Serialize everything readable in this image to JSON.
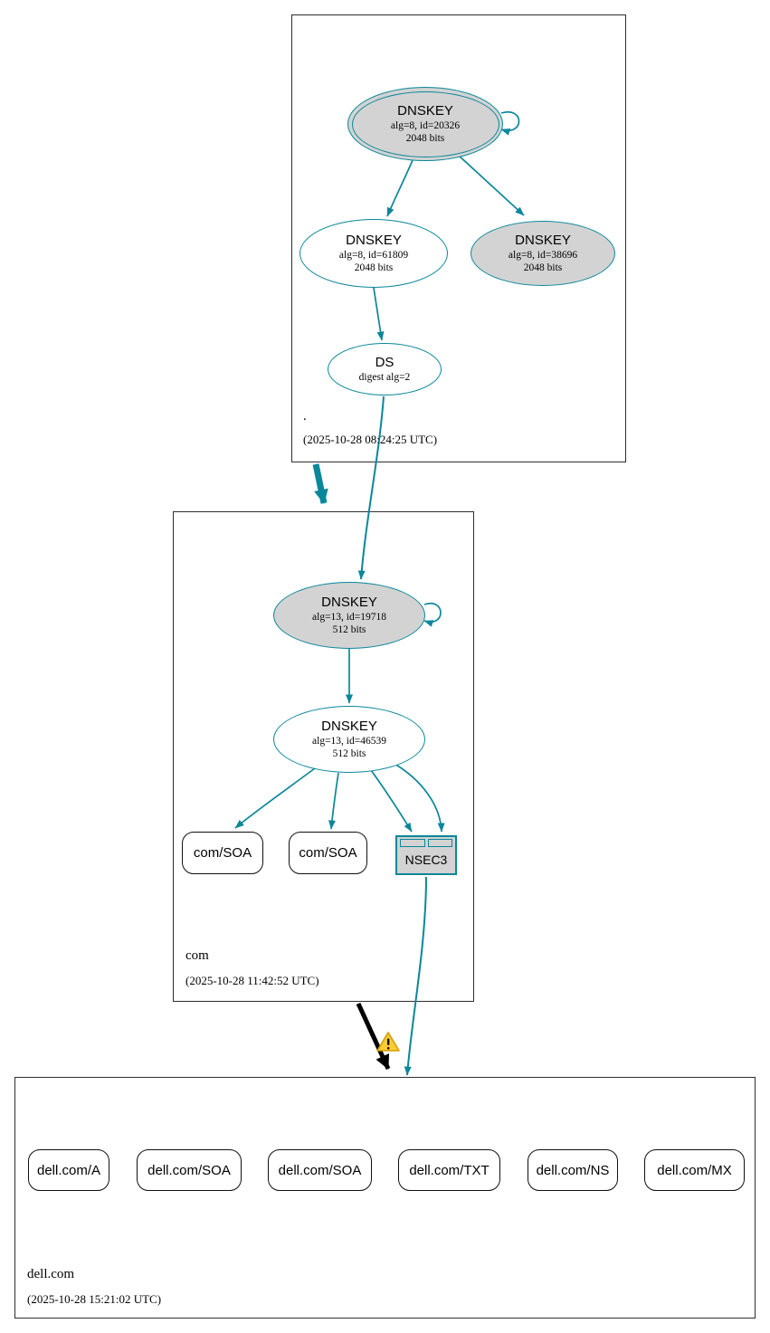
{
  "zones": {
    "root": {
      "name": ".",
      "timestamp": "(2025-10-28 08:24:25 UTC)",
      "nodes": {
        "ksk": {
          "title": "DNSKEY",
          "line1": "alg=8, id=20326",
          "line2": "2048 bits"
        },
        "zsk": {
          "title": "DNSKEY",
          "line1": "alg=8, id=61809",
          "line2": "2048 bits"
        },
        "other": {
          "title": "DNSKEY",
          "line1": "alg=8, id=38696",
          "line2": "2048 bits"
        },
        "ds": {
          "title": "DS",
          "line1": "digest alg=2"
        }
      }
    },
    "com": {
      "name": "com",
      "timestamp": "(2025-10-28 11:42:52 UTC)",
      "nodes": {
        "ksk": {
          "title": "DNSKEY",
          "line1": "alg=13, id=19718",
          "line2": "512 bits"
        },
        "zsk": {
          "title": "DNSKEY",
          "line1": "alg=13, id=46539",
          "line2": "512 bits"
        },
        "soa1": {
          "label": "com/SOA"
        },
        "soa2": {
          "label": "com/SOA"
        },
        "nsec3": {
          "label": "NSEC3"
        }
      }
    },
    "dell": {
      "name": "dell.com",
      "timestamp": "(2025-10-28 15:21:02 UTC)",
      "rrsets": [
        {
          "label": "dell.com/A"
        },
        {
          "label": "dell.com/SOA"
        },
        {
          "label": "dell.com/SOA"
        },
        {
          "label": "dell.com/TXT"
        },
        {
          "label": "dell.com/NS"
        },
        {
          "label": "dell.com/MX"
        }
      ]
    }
  },
  "icons": {
    "warning": "warning-triangle"
  },
  "colors": {
    "secure_teal": "#0a879a",
    "node_fill_gray": "#d3d3d3",
    "insecure_black": "#000000",
    "warning_yellow": "#ffcc33"
  }
}
